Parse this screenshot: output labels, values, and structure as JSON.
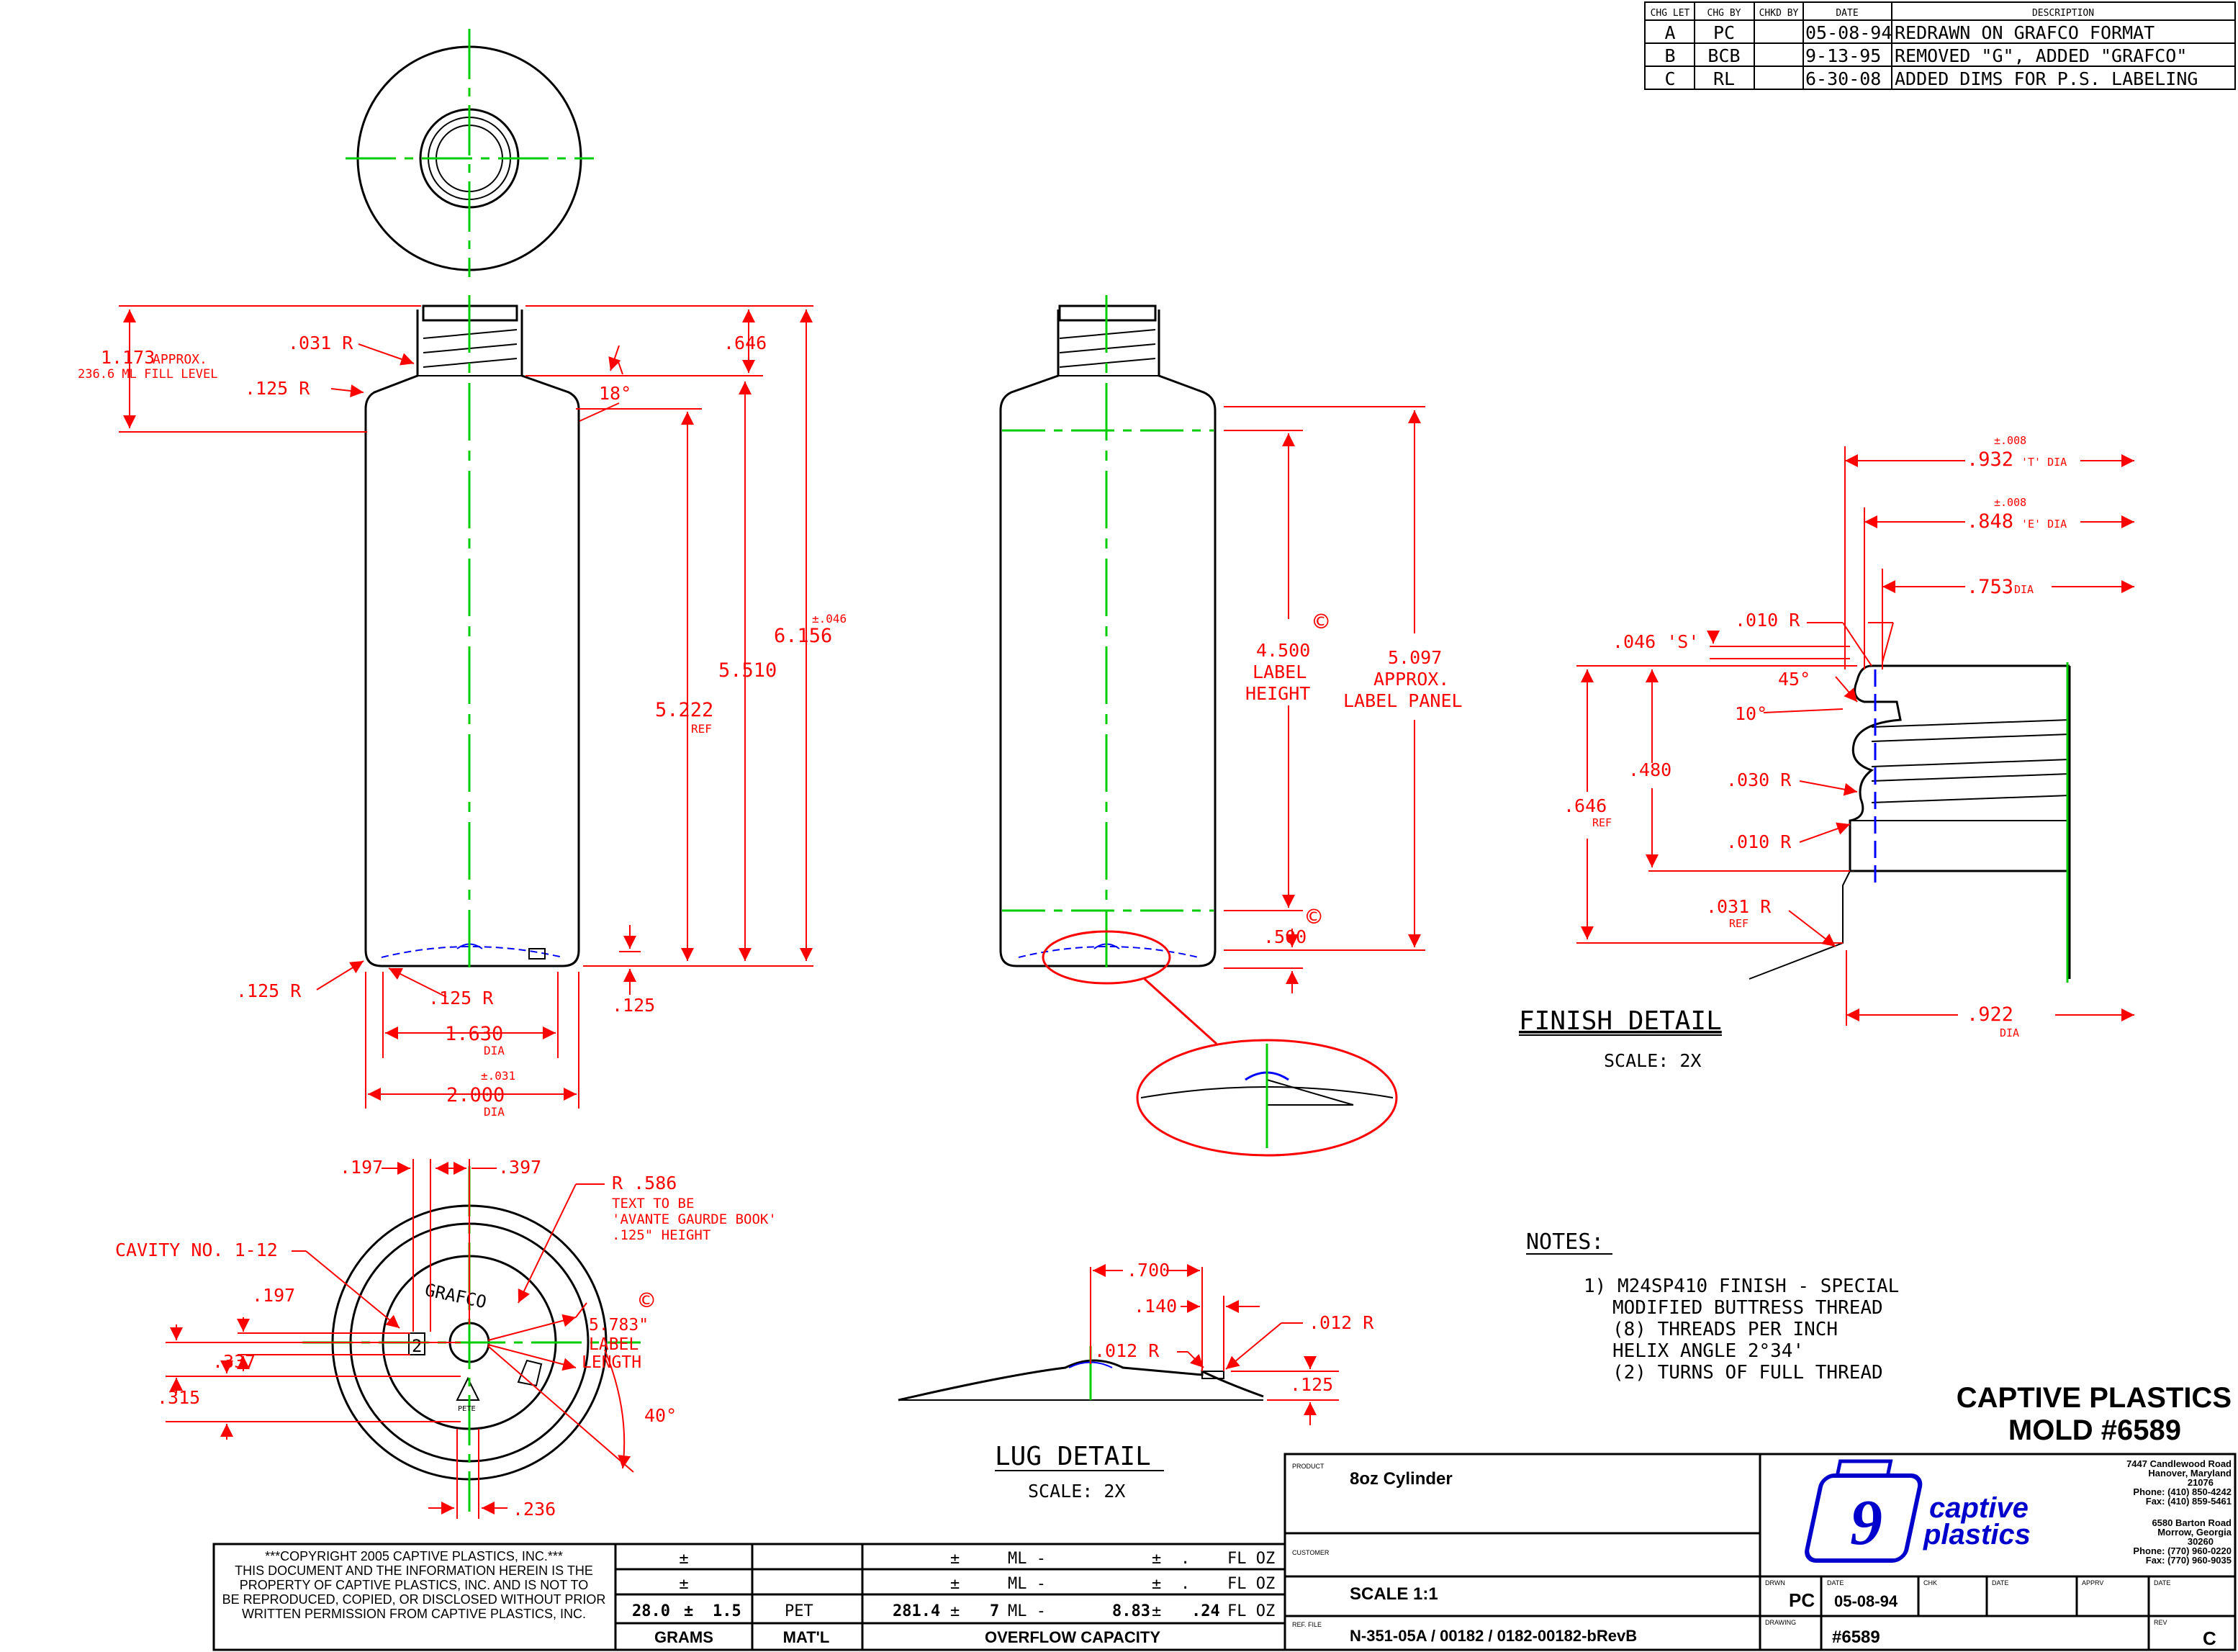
{
  "revisions": {
    "headers": [
      "CHG LET",
      "CHG BY",
      "CHKD BY",
      "DATE",
      "DESCRIPTION"
    ],
    "rows": [
      [
        "A",
        "PC",
        "",
        "05-08-94",
        "REDRAWN ON GRAFCO FORMAT"
      ],
      [
        "B",
        "BCB",
        "",
        "9-13-95",
        "REMOVED \"G\", ADDED \"GRAFCO\""
      ],
      [
        "C",
        "RL",
        "",
        "6-30-08",
        "ADDED DIMS FOR P.S. LABELING"
      ]
    ]
  },
  "front_view": {
    "fill_level_value": "1.173",
    "fill_level_approx": "APPROX.",
    "fill_level_note": "236.6 ML FILL LEVEL",
    "shoulder_radius_top": ".031 R",
    "shoulder_radius": ".125 R",
    "finish_height": ".646",
    "shoulder_angle": "18°",
    "overall_height": "6.156",
    "overall_tol": "±.046",
    "height_5510": "5.510",
    "height_5222": "5.222",
    "height_5222_ref": "REF",
    "base_radius_outer": ".125 R",
    "base_radius_inner": ".125 R",
    "base_push": ".125",
    "base_dia": "1.630",
    "base_dia_unit": "DIA",
    "body_dia": "2.000",
    "body_dia_unit": "DIA",
    "body_dia_tol": "±.031"
  },
  "side_view": {
    "label_height_value": "4.500",
    "label_height_l1": "LABEL",
    "label_height_l2": "HEIGHT",
    "label_panel_value": "5.097",
    "label_panel_l1": "APPROX.",
    "label_panel_l2": "LABEL PANEL",
    "label_offset": ".500",
    "copyright_mark": "©"
  },
  "finish_detail": {
    "t_dia_tol": "±.008",
    "t_dia": ".932",
    "t_dia_unit": "'T' DIA",
    "e_dia_tol": "±.008",
    "e_dia": ".848",
    "e_dia_unit": "'E' DIA",
    "inner_dia": ".753",
    "inner_dia_unit": "DIA",
    "s_dim": ".046 'S'",
    "r010_top": ".010 R",
    "angle45": "45°",
    "angle10": "10°",
    "height_480": ".480",
    "r030": ".030 R",
    "height_646": ".646",
    "height_646_ref": "REF",
    "r010_bottom": ".010 R",
    "r031": ".031 R",
    "r031_ref": "REF",
    "dia_922": ".922",
    "dia_922_unit": "DIA",
    "title": "FINISH DETAIL",
    "scale": "SCALE: 2X"
  },
  "bottom_view": {
    "dim_197_top": ".197",
    "dim_397": ".397",
    "radius_586": "R .586",
    "text_note_1": "TEXT TO BE",
    "text_note_2": "'AVANTE GAURDE BOOK'",
    "text_note_3": ".125\" HEIGHT",
    "cavity": "CAVITY NO. 1-12",
    "dim_197_left": ".197",
    "dim_337": ".337",
    "dim_315": ".315",
    "label_length_value": "5.783\"",
    "label_length_l1": "LABEL",
    "label_length_l2": "LENGTH",
    "angle_40": "40°",
    "dim_236": ".236",
    "grafco": "GRAFCO",
    "cavity_digit": "2",
    "recycle_text": "PETE"
  },
  "lug_detail": {
    "dim_700": ".700",
    "dim_140": ".140",
    "r012_right": ".012 R",
    "r012_left": ".012 R",
    "dim_125": ".125",
    "title": "LUG DETAIL",
    "scale": "SCALE: 2X"
  },
  "notes": {
    "heading": "NOTES:",
    "lines": [
      "1) M24SP410 FINISH - SPECIAL",
      "MODIFIED BUTTRESS THREAD",
      "(8) THREADS PER INCH",
      "HELIX ANGLE 2°34'",
      "(2) TURNS OF FULL THREAD"
    ]
  },
  "company_header": {
    "line1": "CAPTIVE PLASTICS",
    "line2": "MOLD #6589"
  },
  "title_block": {
    "copyright": [
      "***COPYRIGHT 2005 CAPTIVE PLASTICS, INC.***",
      "THIS DOCUMENT AND THE INFORMATION HEREIN IS THE",
      "PROPERTY OF CAPTIVE PLASTICS, INC. AND IS NOT TO",
      "BE REPRODUCED, COPIED, OR DISCLOSED WITHOUT PRIOR",
      "WRITTEN PERMISSION FROM CAPTIVE PLASTICS, INC."
    ],
    "pm": "±",
    "ml": "ML -",
    "fl_oz": "FL OZ",
    "dot": ".",
    "grams_value": "28.0",
    "grams_tol": "1.5",
    "material": "PET",
    "overflow_ml": "281.4",
    "overflow_ml_tol": "7",
    "overflow_oz": "8.83",
    "overflow_oz_tol": ".24",
    "grams_header": "GRAMS",
    "material_header": "MAT'L",
    "overflow_header": "OVERFLOW CAPACITY",
    "product_label": "PRODUCT",
    "product": "8oz Cylinder",
    "customer_label": "CUSTOMER",
    "scale": "SCALE 1:1",
    "file_label": "REF. FILE",
    "file": "N-351-05A / 00182 / 0182-00182-bRevB",
    "drawn_label": "DRWN",
    "drawn_by": "PC",
    "date_label": "DATE",
    "date": "05-08-94",
    "chk_label": "CHK",
    "appv_label": "APPRV",
    "drawing_no_label": "DRAWING",
    "drawing_no": "#6589",
    "rev_label": "REV",
    "rev": "C",
    "logo_text_1": "captive",
    "logo_text_2": "plastics",
    "address_md": [
      "7447 Candlewood Road",
      "Hanover, Maryland",
      "21076",
      "Phone: (410) 850-4242",
      "Fax: (410) 859-5461"
    ],
    "address_ga": [
      "6580 Barton Road",
      "Morrow, Georgia",
      "30260",
      "Phone: (770) 960-0220",
      "Fax: (770) 960-9035"
    ]
  },
  "colors": {
    "dimension": "#ff0000",
    "centerline": "#00cc00",
    "hidden": "#0000ff",
    "outline": "#000000"
  }
}
